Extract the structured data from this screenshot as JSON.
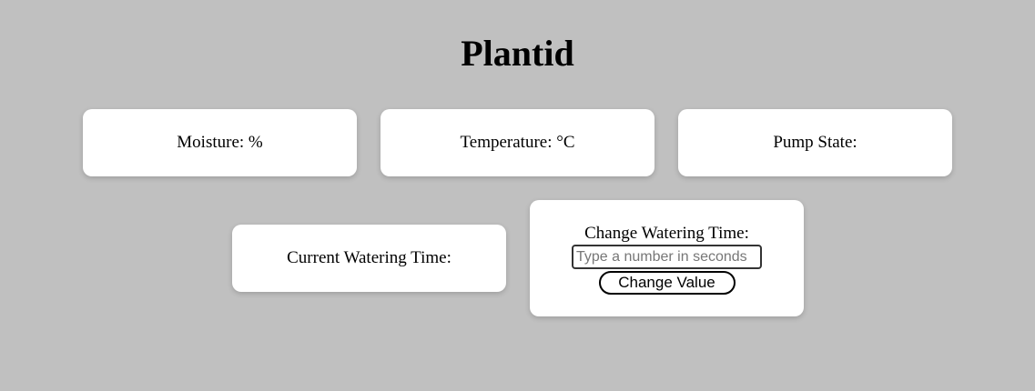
{
  "header": {
    "title": "Plantid"
  },
  "sensors": {
    "moisture_label": "Moisture: %",
    "temperature_label": "Temperature: °C",
    "pump_label": "Pump State:"
  },
  "watering": {
    "current_label": "Current Watering Time:",
    "change_label": "Change Watering Time:",
    "input_placeholder": "Type a number in seconds",
    "input_value": "",
    "button_label": "Change Value"
  }
}
